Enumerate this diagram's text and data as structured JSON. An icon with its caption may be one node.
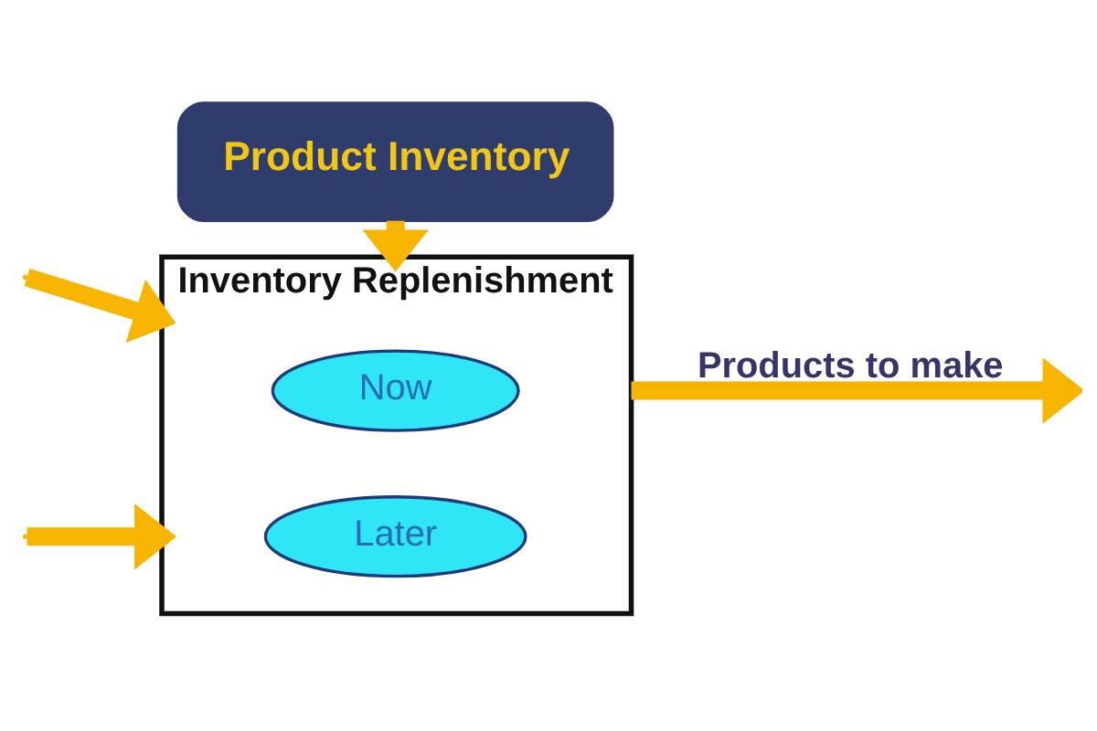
{
  "diagram": {
    "nodes": [
      {
        "text": [
          "Product Inventory"
        ]
      },
      {
        "text": [
          "Inventory Replenishment"
        ]
      },
      {
        "text": [
          "Now"
        ],
        "in": 1
      },
      {
        "text": [
          "Later"
        ],
        "in": 1
      }
    ],
    "edges": [
      {
        "from": 0,
        "to": 1,
        "arrow": "to"
      },
      {
        "from": 1,
        "to": null,
        "arrow": "to",
        "label": "Products to make"
      },
      {
        "from": null,
        "to": 1,
        "arrow": "to"
      },
      {
        "from": null,
        "to": 1,
        "arrow": "to"
      }
    ]
  }
}
